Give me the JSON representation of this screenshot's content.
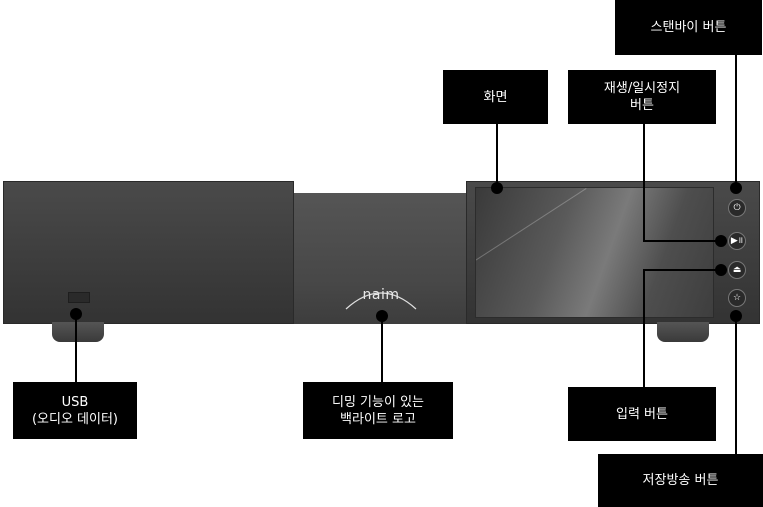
{
  "device": {
    "logo_text": "naim",
    "buttons": [
      {
        "icon": "power-icon",
        "glyph": "⏻"
      },
      {
        "icon": "play-pause-icon",
        "glyph": "▶॥"
      },
      {
        "icon": "input-icon",
        "glyph": "⏏"
      },
      {
        "icon": "star-icon",
        "glyph": "☆"
      }
    ]
  },
  "callouts": {
    "usb": "USB\n(오디오 데이터)",
    "dimming_logo": "디밍 기능이 있는\n백라이트 로고",
    "display": "화면",
    "play_pause": "재생/일시정지\n버튼",
    "standby": "스탠바이 버튼",
    "input": "입력 버튼",
    "preset": "저장방송 버튼"
  }
}
